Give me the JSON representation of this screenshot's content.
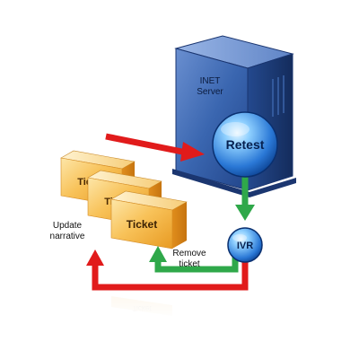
{
  "server": {
    "label_line1": "INET",
    "label_line2": "Server"
  },
  "retest": {
    "label": "Retest"
  },
  "ivr": {
    "label": "IVR"
  },
  "tickets": {
    "back_label": "Ticket",
    "middle_label": "Ticket",
    "front_label": "Ticket"
  },
  "annotations": {
    "update_line1": "Update",
    "update_line2": "narrative",
    "remove_line1": "Remove",
    "remove_line2": "ticket"
  },
  "colors": {
    "server_blue": "#2f5fa8",
    "server_dark": "#1a3570",
    "orb_light": "#8fd0ff",
    "orb_dark": "#0a4fa8",
    "ticket_orange": "#f4a72b",
    "ticket_light": "#fde2a6",
    "arrow_red": "#e11b1b",
    "arrow_green": "#2fa84a"
  }
}
